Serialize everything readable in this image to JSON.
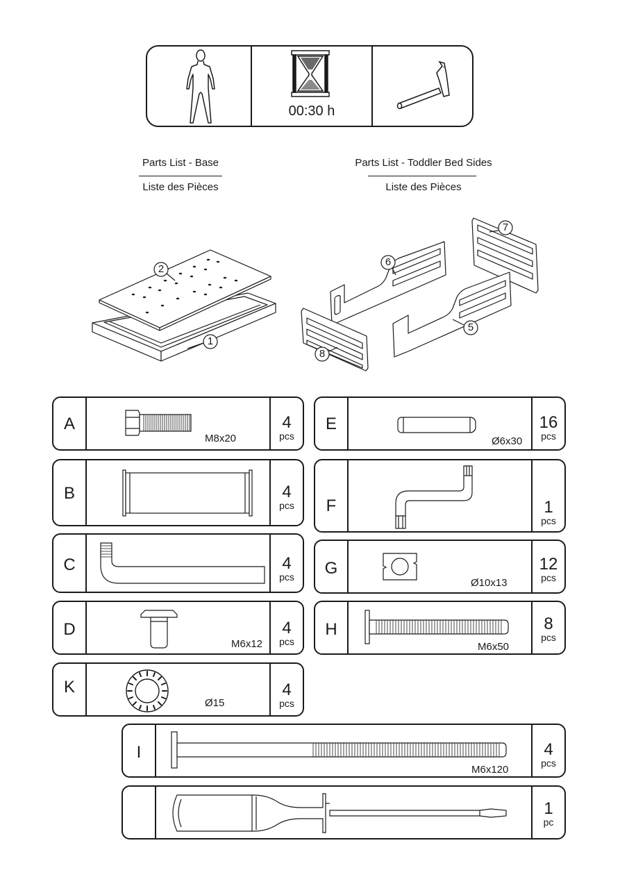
{
  "header": {
    "time": "00:30 h",
    "icons": [
      "person-icon",
      "hourglass-icon",
      "hammer-icon"
    ]
  },
  "lists": {
    "base_title": "Parts List - Base",
    "base_subtitle": "Liste des Pièces",
    "sides_title": "Parts List - Toddler Bed Sides",
    "sides_subtitle": "Liste des Pièces"
  },
  "panels": {
    "p1": "1",
    "p2": "2",
    "p5": "5",
    "p6": "6",
    "p7": "7",
    "p8": "8"
  },
  "hardware": {
    "A": {
      "letter": "A",
      "size": "M8x20",
      "qty": "4",
      "unit": "pcs"
    },
    "B": {
      "letter": "B",
      "size": "",
      "qty": "4",
      "unit": "pcs"
    },
    "C": {
      "letter": "C",
      "size": "",
      "qty": "4",
      "unit": "pcs"
    },
    "D": {
      "letter": "D",
      "size": "M6x12",
      "qty": "4",
      "unit": "pcs"
    },
    "K": {
      "letter": "K",
      "size": "Ø15",
      "qty": "4",
      "unit": "pcs"
    },
    "E": {
      "letter": "E",
      "size": "Ø6x30",
      "qty": "16",
      "unit": "pcs"
    },
    "F": {
      "letter": "F",
      "size": "",
      "qty": "1",
      "unit": "pcs"
    },
    "G": {
      "letter": "G",
      "size": "Ø10x13",
      "qty": "12",
      "unit": "pcs"
    },
    "H": {
      "letter": "H",
      "size": "M6x50",
      "qty": "8",
      "unit": "pcs"
    },
    "I": {
      "letter": "I",
      "size": "M6x120",
      "qty": "4",
      "unit": "pcs"
    },
    "S": {
      "letter": "",
      "size": "",
      "qty": "1",
      "unit": "pc"
    }
  }
}
